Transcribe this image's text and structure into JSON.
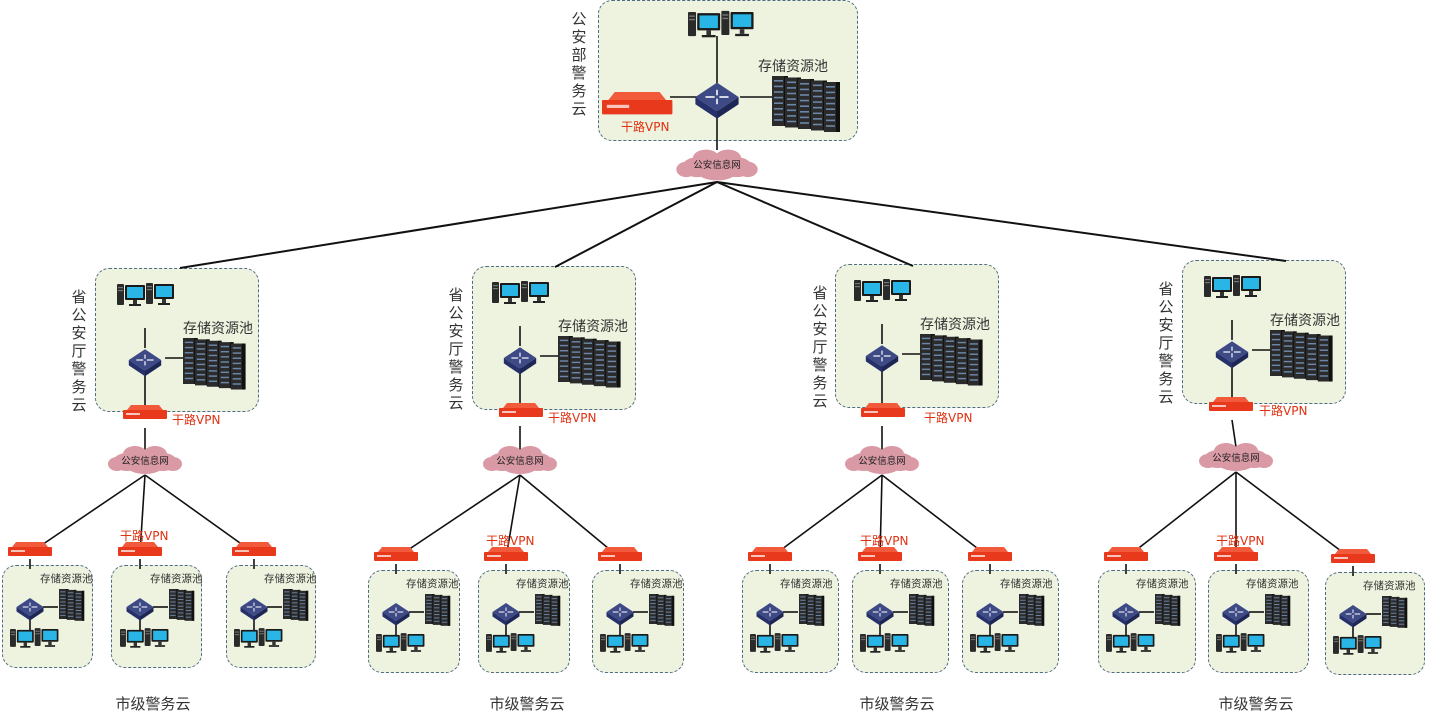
{
  "labels": {
    "ministry": "公安部警务云",
    "province": "省公安厅警务云",
    "city": "市级警务云",
    "network": "公安信息网",
    "vpn": "干路VPN",
    "pool": "存储资源池"
  },
  "colors": {
    "box_fill": "#eef3df",
    "box_border": "#4e6a84",
    "cloud": "#d99aa5",
    "vpn_device": "#e8391c",
    "vpn_text": "#e03010",
    "switch": "#3d4a86",
    "server": "#2b2b2b",
    "monitor": "#29b6e6"
  },
  "icons": [
    "computer-icon",
    "switch-icon",
    "server-rack-icon",
    "vpn-router-icon",
    "network-cloud-icon"
  ]
}
